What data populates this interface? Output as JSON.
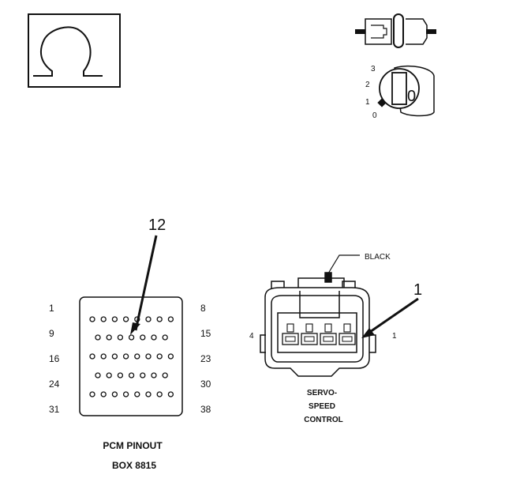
{
  "meter": {
    "symbol": "Ω",
    "switch_positions": [
      "3",
      "2",
      "1",
      "0"
    ],
    "selected_position": "0"
  },
  "pcm": {
    "callout_pin": "12",
    "pin_labels_left": [
      "1",
      "9",
      "16",
      "24",
      "31"
    ],
    "pin_labels_right": [
      "8",
      "15",
      "23",
      "30",
      "38"
    ],
    "row_counts": [
      8,
      7,
      8,
      7,
      8
    ],
    "title": "PCM PINOUT",
    "box": "BOX 8815"
  },
  "servo": {
    "color_label": "BLACK",
    "callout_pin": "1",
    "pin_left": "4",
    "pin_right": "1",
    "name_lines": [
      "SERVO-",
      "SPEED",
      "CONTROL"
    ]
  }
}
